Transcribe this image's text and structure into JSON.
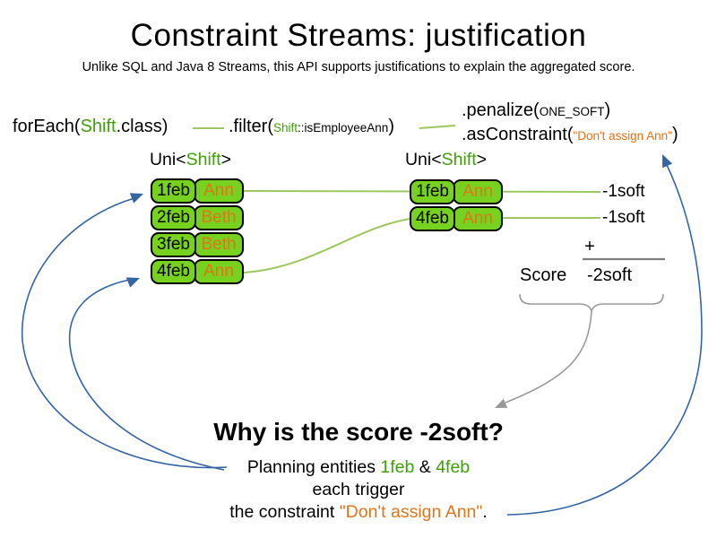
{
  "title": "Constraint Streams: justification",
  "subtitle": "Unlike SQL and Java 8 Streams, this API supports justifications to explain the aggregated score.",
  "code": {
    "foreach": {
      "pre": "forEach(",
      "class_name": "Shift",
      "post": ".class)"
    },
    "filter": {
      "pre": ".filter(",
      "class_name": "Shift",
      "method": "::isEmployeeAnn",
      "post": ")"
    },
    "penalize": {
      "pre": ".penalize(",
      "arg": "ONE_SOFT",
      "post": ")"
    },
    "as_constraint": {
      "pre": ".asConstraint(",
      "arg": "\"Don't assign Ann\"",
      "post": ")"
    }
  },
  "left_stream": {
    "type_label": {
      "pre": "Uni<",
      "type": "Shift",
      "post": ">"
    },
    "rows": [
      {
        "date": "1feb",
        "employee": "Ann"
      },
      {
        "date": "2feb",
        "employee": "Beth"
      },
      {
        "date": "3feb",
        "employee": "Beth"
      },
      {
        "date": "4feb",
        "employee": "Ann"
      }
    ]
  },
  "right_stream": {
    "type_label": {
      "pre": "Uni<",
      "type": "Shift",
      "post": ">"
    },
    "rows": [
      {
        "date": "1feb",
        "employee": "Ann"
      },
      {
        "date": "4feb",
        "employee": "Ann"
      }
    ]
  },
  "scores": {
    "penalties": [
      "-1soft",
      "-1soft"
    ],
    "plus": "+",
    "score_label": "Score",
    "total": "-2soft"
  },
  "explanation": {
    "heading": "Why is the score -2soft?",
    "line1": {
      "pre": "Planning entities ",
      "entity1": "1feb",
      "mid": " & ",
      "entity2": "4feb"
    },
    "line2": "each trigger",
    "line3": {
      "pre": "the constraint ",
      "constraint": "\"Don't assign Ann\"",
      "post": "."
    }
  },
  "colors": {
    "green_text": "#3fa00a",
    "green_box": "#76d21e",
    "green_line": "#9cc85f",
    "orange": "#e0751a",
    "blue_arrow": "#3465a4",
    "gray": "#999999"
  }
}
